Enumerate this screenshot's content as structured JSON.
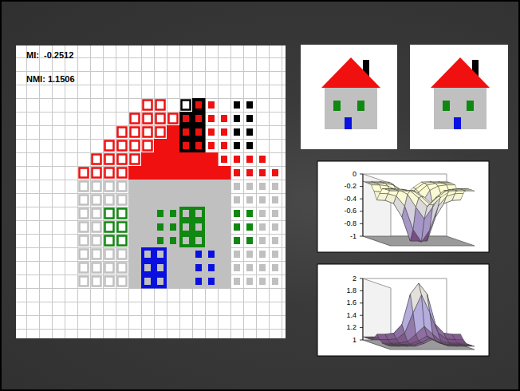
{
  "diagram": {
    "labels": [
      "MI:  -0.2512",
      "NMI: 1.1506",
      "0",
      "-0.2",
      "-0.4",
      "-0.6",
      "-0.8",
      "-1",
      "2",
      "1.8",
      "1.6",
      "1.4",
      "1.2",
      "1"
    ]
  }
}
